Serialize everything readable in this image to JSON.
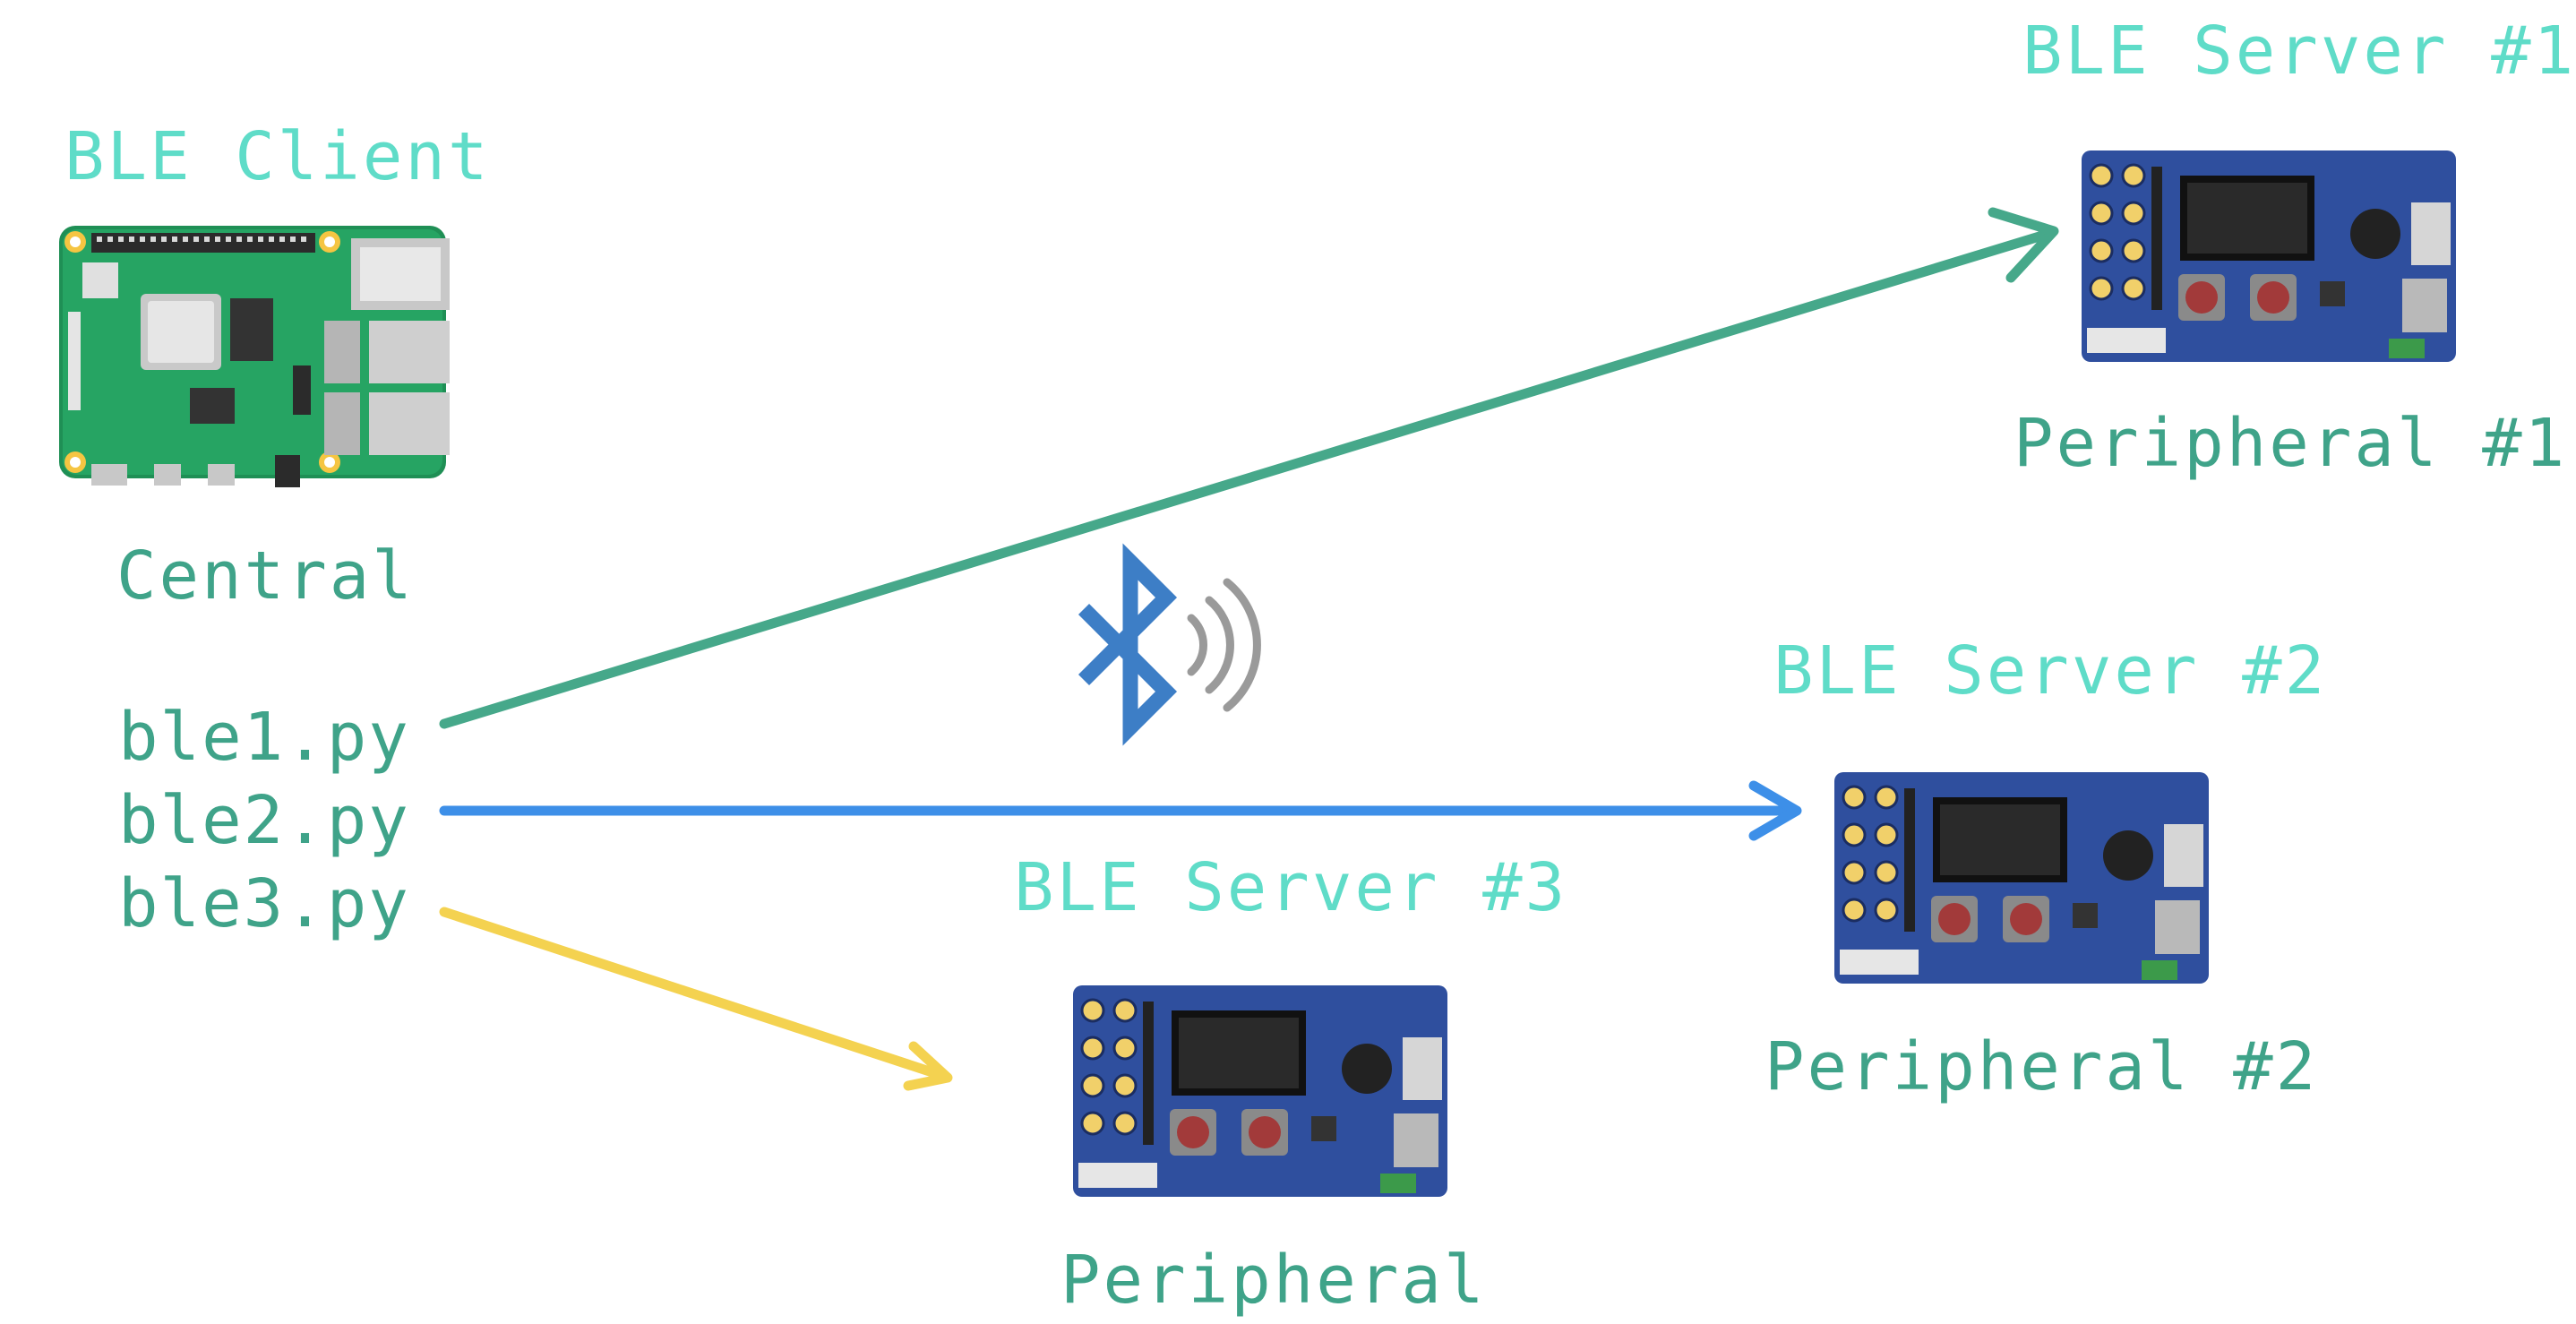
{
  "client": {
    "role_label": "BLE Client",
    "caption": "Central",
    "scripts": [
      "ble1.py",
      "ble2.py",
      "ble3.py"
    ]
  },
  "servers": [
    {
      "role_label": "BLE Server #1",
      "caption": "Peripheral #1"
    },
    {
      "role_label": "BLE Server #2",
      "caption": "Peripheral #2"
    },
    {
      "role_label": "BLE Server #3",
      "caption": "Peripheral"
    }
  ],
  "colors": {
    "label_cyan": "#5fdcc8",
    "label_green": "#3fa389",
    "arrow_1": "#46a88a",
    "arrow_2": "#3d8fe8",
    "arrow_3": "#f4d250",
    "bluetooth": "#3d7ec6",
    "signal_waves": "#9a9a9a",
    "board": "#2f4f9e"
  },
  "icons": {
    "client_device": "raspberry-pi-board",
    "server_device": "kidbright-board",
    "wireless": "bluetooth-icon"
  }
}
